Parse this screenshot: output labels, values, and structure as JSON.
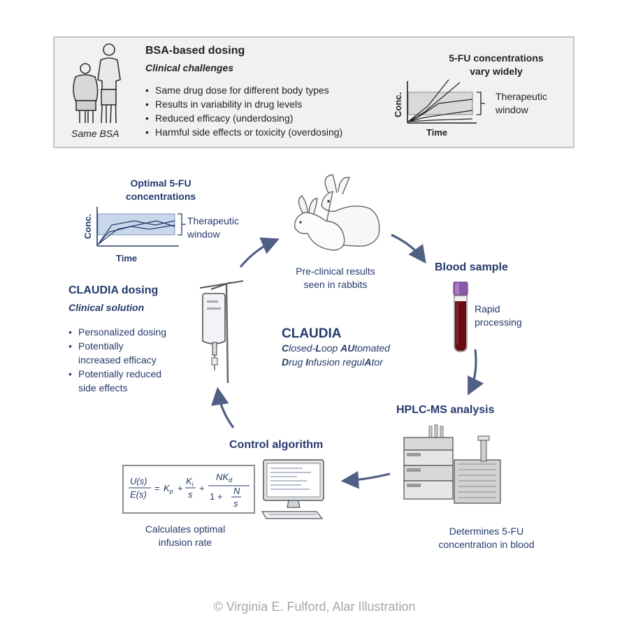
{
  "bsa": {
    "title": "BSA-based dosing",
    "subtitle": "Clinical challenges",
    "bullets": [
      "Same drug dose for different body types",
      "Results in variability in drug levels",
      "Reduced efficacy (underdosing)",
      "Harmful side effects or toxicity (overdosing)"
    ],
    "figure_caption": "Same BSA",
    "chart_title_1": "5-FU concentrations",
    "chart_title_2": "vary widely",
    "conc_label": "Conc.",
    "time_label": "Time",
    "window_label_1": "Therapeutic",
    "window_label_2": "window"
  },
  "optimal": {
    "title_1": "Optimal 5-FU",
    "title_2": "concentrations",
    "conc_label": "Conc.",
    "time_label": "Time",
    "window_label_1": "Therapeutic",
    "window_label_2": "window"
  },
  "claudia_dosing": {
    "title": "CLAUDIA dosing",
    "subtitle": "Clinical solution",
    "bullets": [
      [
        "Personalized dosing"
      ],
      [
        "Potentially",
        "increased efficacy"
      ],
      [
        "Potentially reduced",
        "side effects"
      ]
    ]
  },
  "center": {
    "title": "CLAUDIA",
    "line1": [
      "C",
      "losed-",
      "L",
      "oop ",
      "AU",
      "tomated"
    ],
    "line2": [
      "D",
      "rug ",
      "I",
      "nfusion regul",
      "A",
      "tor"
    ]
  },
  "rabbits": {
    "caption_1": "Pre-clinical results",
    "caption_2": "seen in rabbits"
  },
  "blood": {
    "title": "Blood sample",
    "note_1": "Rapid",
    "note_2": "processing"
  },
  "hplc": {
    "title": "HPLC-MS analysis",
    "caption_1": "Determines 5-FU",
    "caption_2": "concentration in blood"
  },
  "control": {
    "title": "Control algorithm",
    "caption_1": "Calculates optimal",
    "caption_2": "infusion rate",
    "formula": {
      "lhs_num": "U(s)",
      "lhs_den": "E(s)",
      "eq": "=",
      "term1": "K",
      "term1_sub": "p",
      "plus": "+",
      "term2_num": "K",
      "term2_num_sub": "i",
      "term2_den": "s",
      "term3_num": "NK",
      "term3_num_sub": "d",
      "term3_den_a": "1 +",
      "term3_den_num": "N",
      "term3_den_den": "s"
    }
  },
  "copyright": "© Virginia E. Fulford, Alar Illustration",
  "colors": {
    "navy": "#243a6b",
    "window_fill": "#c9d7ea",
    "blood": "#6b0c14",
    "cap": "#8a5aa8"
  }
}
